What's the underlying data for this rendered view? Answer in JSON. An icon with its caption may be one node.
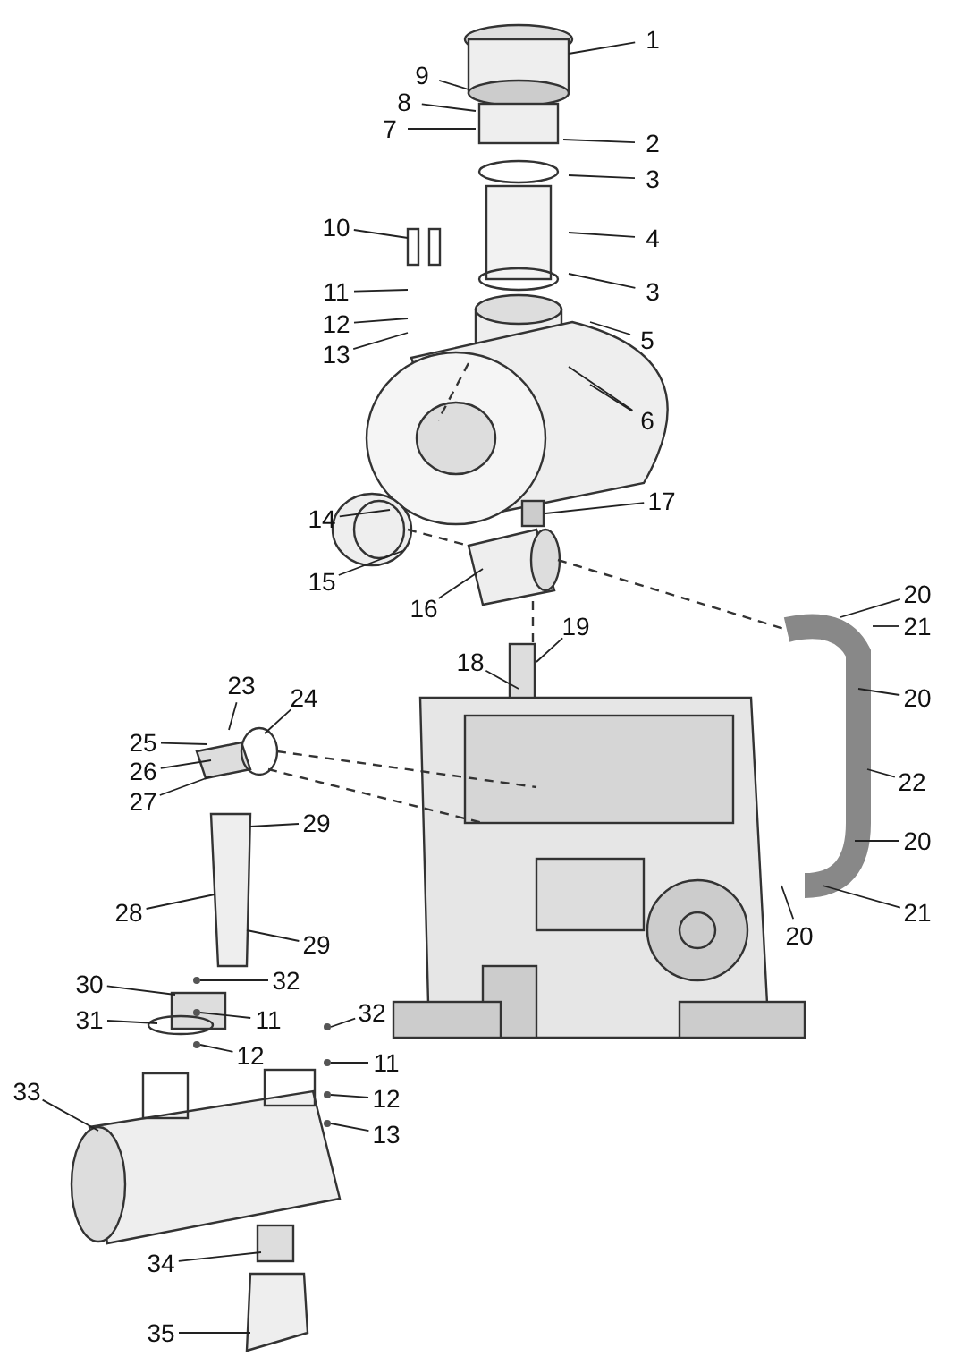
{
  "diagram": {
    "nodes": [
      {
        "text": [
          "1"
        ]
      },
      {
        "text": [
          "9"
        ]
      },
      {
        "text": [
          "8"
        ]
      },
      {
        "text": [
          "7"
        ]
      },
      {
        "text": [
          "2"
        ]
      },
      {
        "text": [
          "3"
        ]
      },
      {
        "text": [
          "4"
        ]
      },
      {
        "text": [
          "3"
        ]
      },
      {
        "text": [
          "10"
        ]
      },
      {
        "text": [
          "11"
        ]
      },
      {
        "text": [
          "12"
        ]
      },
      {
        "text": [
          "13"
        ]
      },
      {
        "text": [
          "5"
        ]
      },
      {
        "text": [
          "6"
        ]
      },
      {
        "text": [
          "14"
        ]
      },
      {
        "text": [
          "15"
        ]
      },
      {
        "text": [
          "16"
        ]
      },
      {
        "text": [
          "17"
        ]
      },
      {
        "text": [
          "20"
        ]
      },
      {
        "text": [
          "21"
        ]
      },
      {
        "text": [
          "20"
        ]
      },
      {
        "text": [
          "22"
        ]
      },
      {
        "text": [
          "20"
        ]
      },
      {
        "text": [
          "21"
        ]
      },
      {
        "text": [
          "20"
        ]
      },
      {
        "text": [
          "18"
        ]
      },
      {
        "text": [
          "19"
        ]
      },
      {
        "text": [
          "23"
        ]
      },
      {
        "text": [
          "24"
        ]
      },
      {
        "text": [
          "25"
        ]
      },
      {
        "text": [
          "26"
        ]
      },
      {
        "text": [
          "27"
        ]
      },
      {
        "text": [
          "29"
        ]
      },
      {
        "text": [
          "28"
        ]
      },
      {
        "text": [
          "29"
        ]
      },
      {
        "text": [
          "30"
        ]
      },
      {
        "text": [
          "31"
        ]
      },
      {
        "text": [
          "32"
        ]
      },
      {
        "text": [
          "11"
        ]
      },
      {
        "text": [
          "12"
        ]
      },
      {
        "text": [
          "32"
        ]
      },
      {
        "text": [
          "11"
        ]
      },
      {
        "text": [
          "12"
        ]
      },
      {
        "text": [
          "13"
        ]
      },
      {
        "text": [
          "33"
        ]
      },
      {
        "text": [
          "34"
        ]
      },
      {
        "text": [
          "35"
        ]
      }
    ],
    "edges": [
      {
        "from": 0,
        "to": null,
        "arrow": "none"
      },
      {
        "from": 1,
        "to": null,
        "arrow": "none"
      },
      {
        "from": 2,
        "to": null,
        "arrow": "none"
      },
      {
        "from": 3,
        "to": null,
        "arrow": "none"
      },
      {
        "from": 4,
        "to": null,
        "arrow": "none"
      },
      {
        "from": 5,
        "to": null,
        "arrow": "none"
      },
      {
        "from": 6,
        "to": null,
        "arrow": "none"
      },
      {
        "from": 7,
        "to": null,
        "arrow": "none"
      },
      {
        "from": 8,
        "to": null,
        "arrow": "none"
      },
      {
        "from": 9,
        "to": null,
        "arrow": "none"
      },
      {
        "from": 10,
        "to": null,
        "arrow": "none"
      },
      {
        "from": 11,
        "to": null,
        "arrow": "none"
      },
      {
        "from": 12,
        "to": null,
        "arrow": "none"
      },
      {
        "from": 13,
        "to": null,
        "arrow": "none"
      },
      {
        "from": 13,
        "to": null,
        "arrow": "none"
      },
      {
        "from": 14,
        "to": null,
        "arrow": "none"
      },
      {
        "from": 15,
        "to": null,
        "arrow": "none"
      },
      {
        "from": 16,
        "to": null,
        "arrow": "none"
      },
      {
        "from": 17,
        "to": null,
        "arrow": "none"
      },
      {
        "from": 18,
        "to": null,
        "arrow": "none"
      },
      {
        "from": 19,
        "to": null,
        "arrow": "none"
      },
      {
        "from": 20,
        "to": null,
        "arrow": "none"
      },
      {
        "from": 21,
        "to": null,
        "arrow": "none"
      },
      {
        "from": 22,
        "to": null,
        "arrow": "none"
      },
      {
        "from": 23,
        "to": null,
        "arrow": "none"
      },
      {
        "from": 24,
        "to": null,
        "arrow": "none"
      },
      {
        "from": 25,
        "to": null,
        "arrow": "none"
      },
      {
        "from": 26,
        "to": null,
        "arrow": "none"
      },
      {
        "from": 27,
        "to": null,
        "arrow": "none"
      },
      {
        "from": 28,
        "to": null,
        "arrow": "none"
      },
      {
        "from": 29,
        "to": null,
        "arrow": "none"
      },
      {
        "from": 30,
        "to": null,
        "arrow": "none"
      },
      {
        "from": 31,
        "to": null,
        "arrow": "none"
      },
      {
        "from": 32,
        "to": null,
        "arrow": "none"
      },
      {
        "from": 33,
        "to": null,
        "arrow": "none"
      },
      {
        "from": 34,
        "to": null,
        "arrow": "none"
      },
      {
        "from": 35,
        "to": null,
        "arrow": "none"
      },
      {
        "from": 36,
        "to": null,
        "arrow": "none"
      },
      {
        "from": 37,
        "to": null,
        "arrow": "none"
      },
      {
        "from": 38,
        "to": null,
        "arrow": "none"
      },
      {
        "from": 39,
        "to": null,
        "arrow": "none"
      },
      {
        "from": 40,
        "to": null,
        "arrow": "none"
      },
      {
        "from": 41,
        "to": null,
        "arrow": "none"
      },
      {
        "from": 42,
        "to": null,
        "arrow": "none"
      },
      {
        "from": 43,
        "to": null,
        "arrow": "none"
      },
      {
        "from": 44,
        "to": null,
        "arrow": "none"
      },
      {
        "from": 45,
        "to": null,
        "arrow": "none"
      },
      {
        "from": 46,
        "to": null,
        "arrow": "none"
      }
    ]
  }
}
